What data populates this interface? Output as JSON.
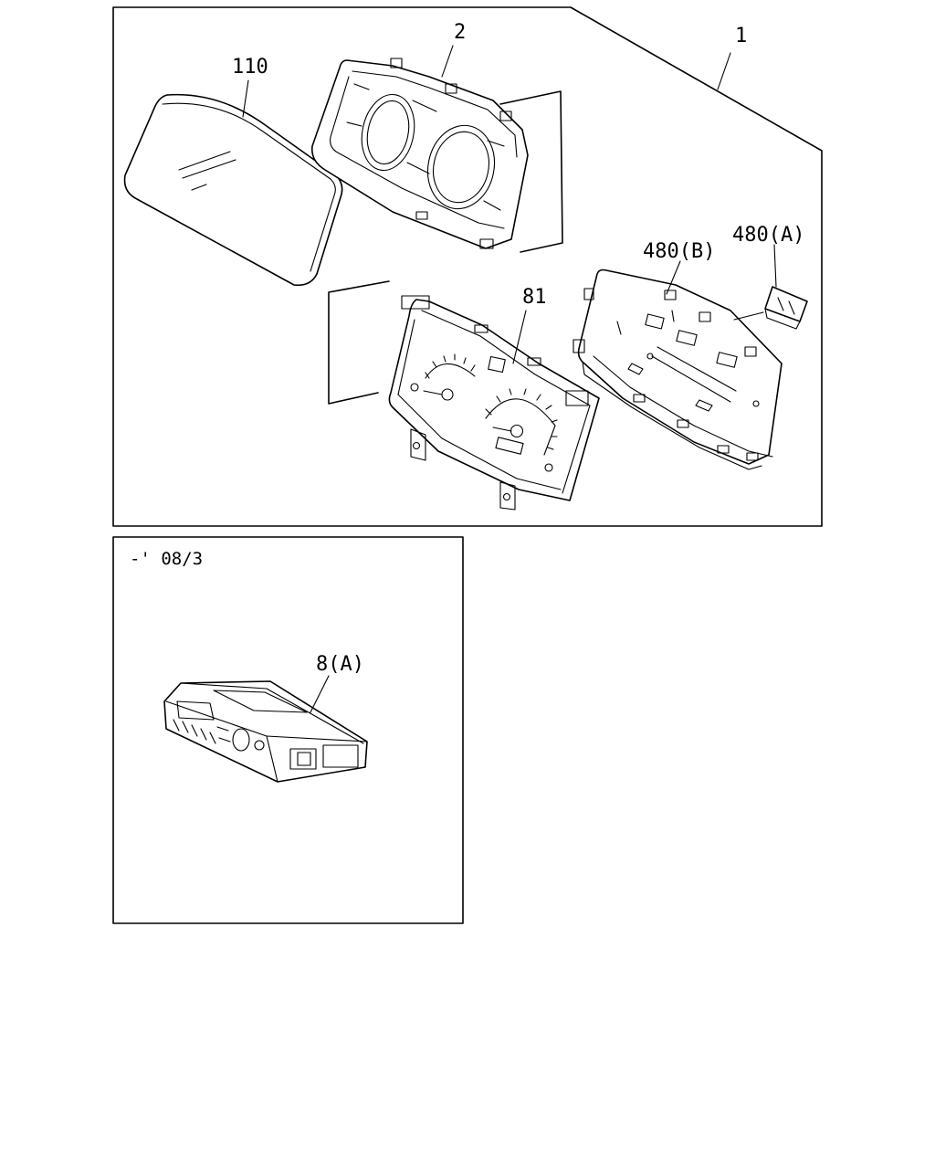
{
  "diagram": {
    "callouts": {
      "assembly": "1",
      "bezel": "2",
      "lens": "110",
      "dial_plate": "81",
      "board_b": "480(B)",
      "board_a": "480(A)",
      "module": "8(A)"
    },
    "inset_note": "-' 08/3"
  }
}
